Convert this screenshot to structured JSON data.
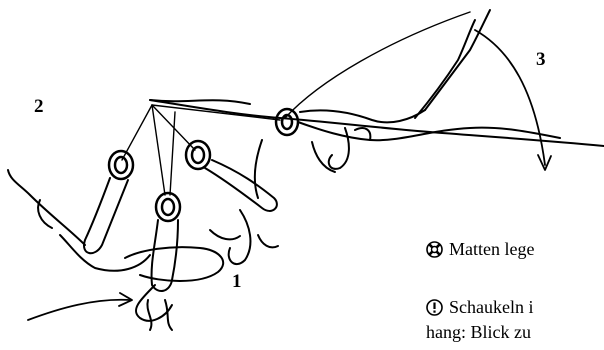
{
  "step_labels": {
    "one": "1",
    "two": "2",
    "three": "3"
  },
  "notes": [
    {
      "icon": "lifebuoy-icon",
      "text": "Matten lege"
    },
    {
      "icon": "exclamation-circle-icon",
      "line1": "Schaukeln i",
      "line2": "hang: Blick zu"
    }
  ]
}
